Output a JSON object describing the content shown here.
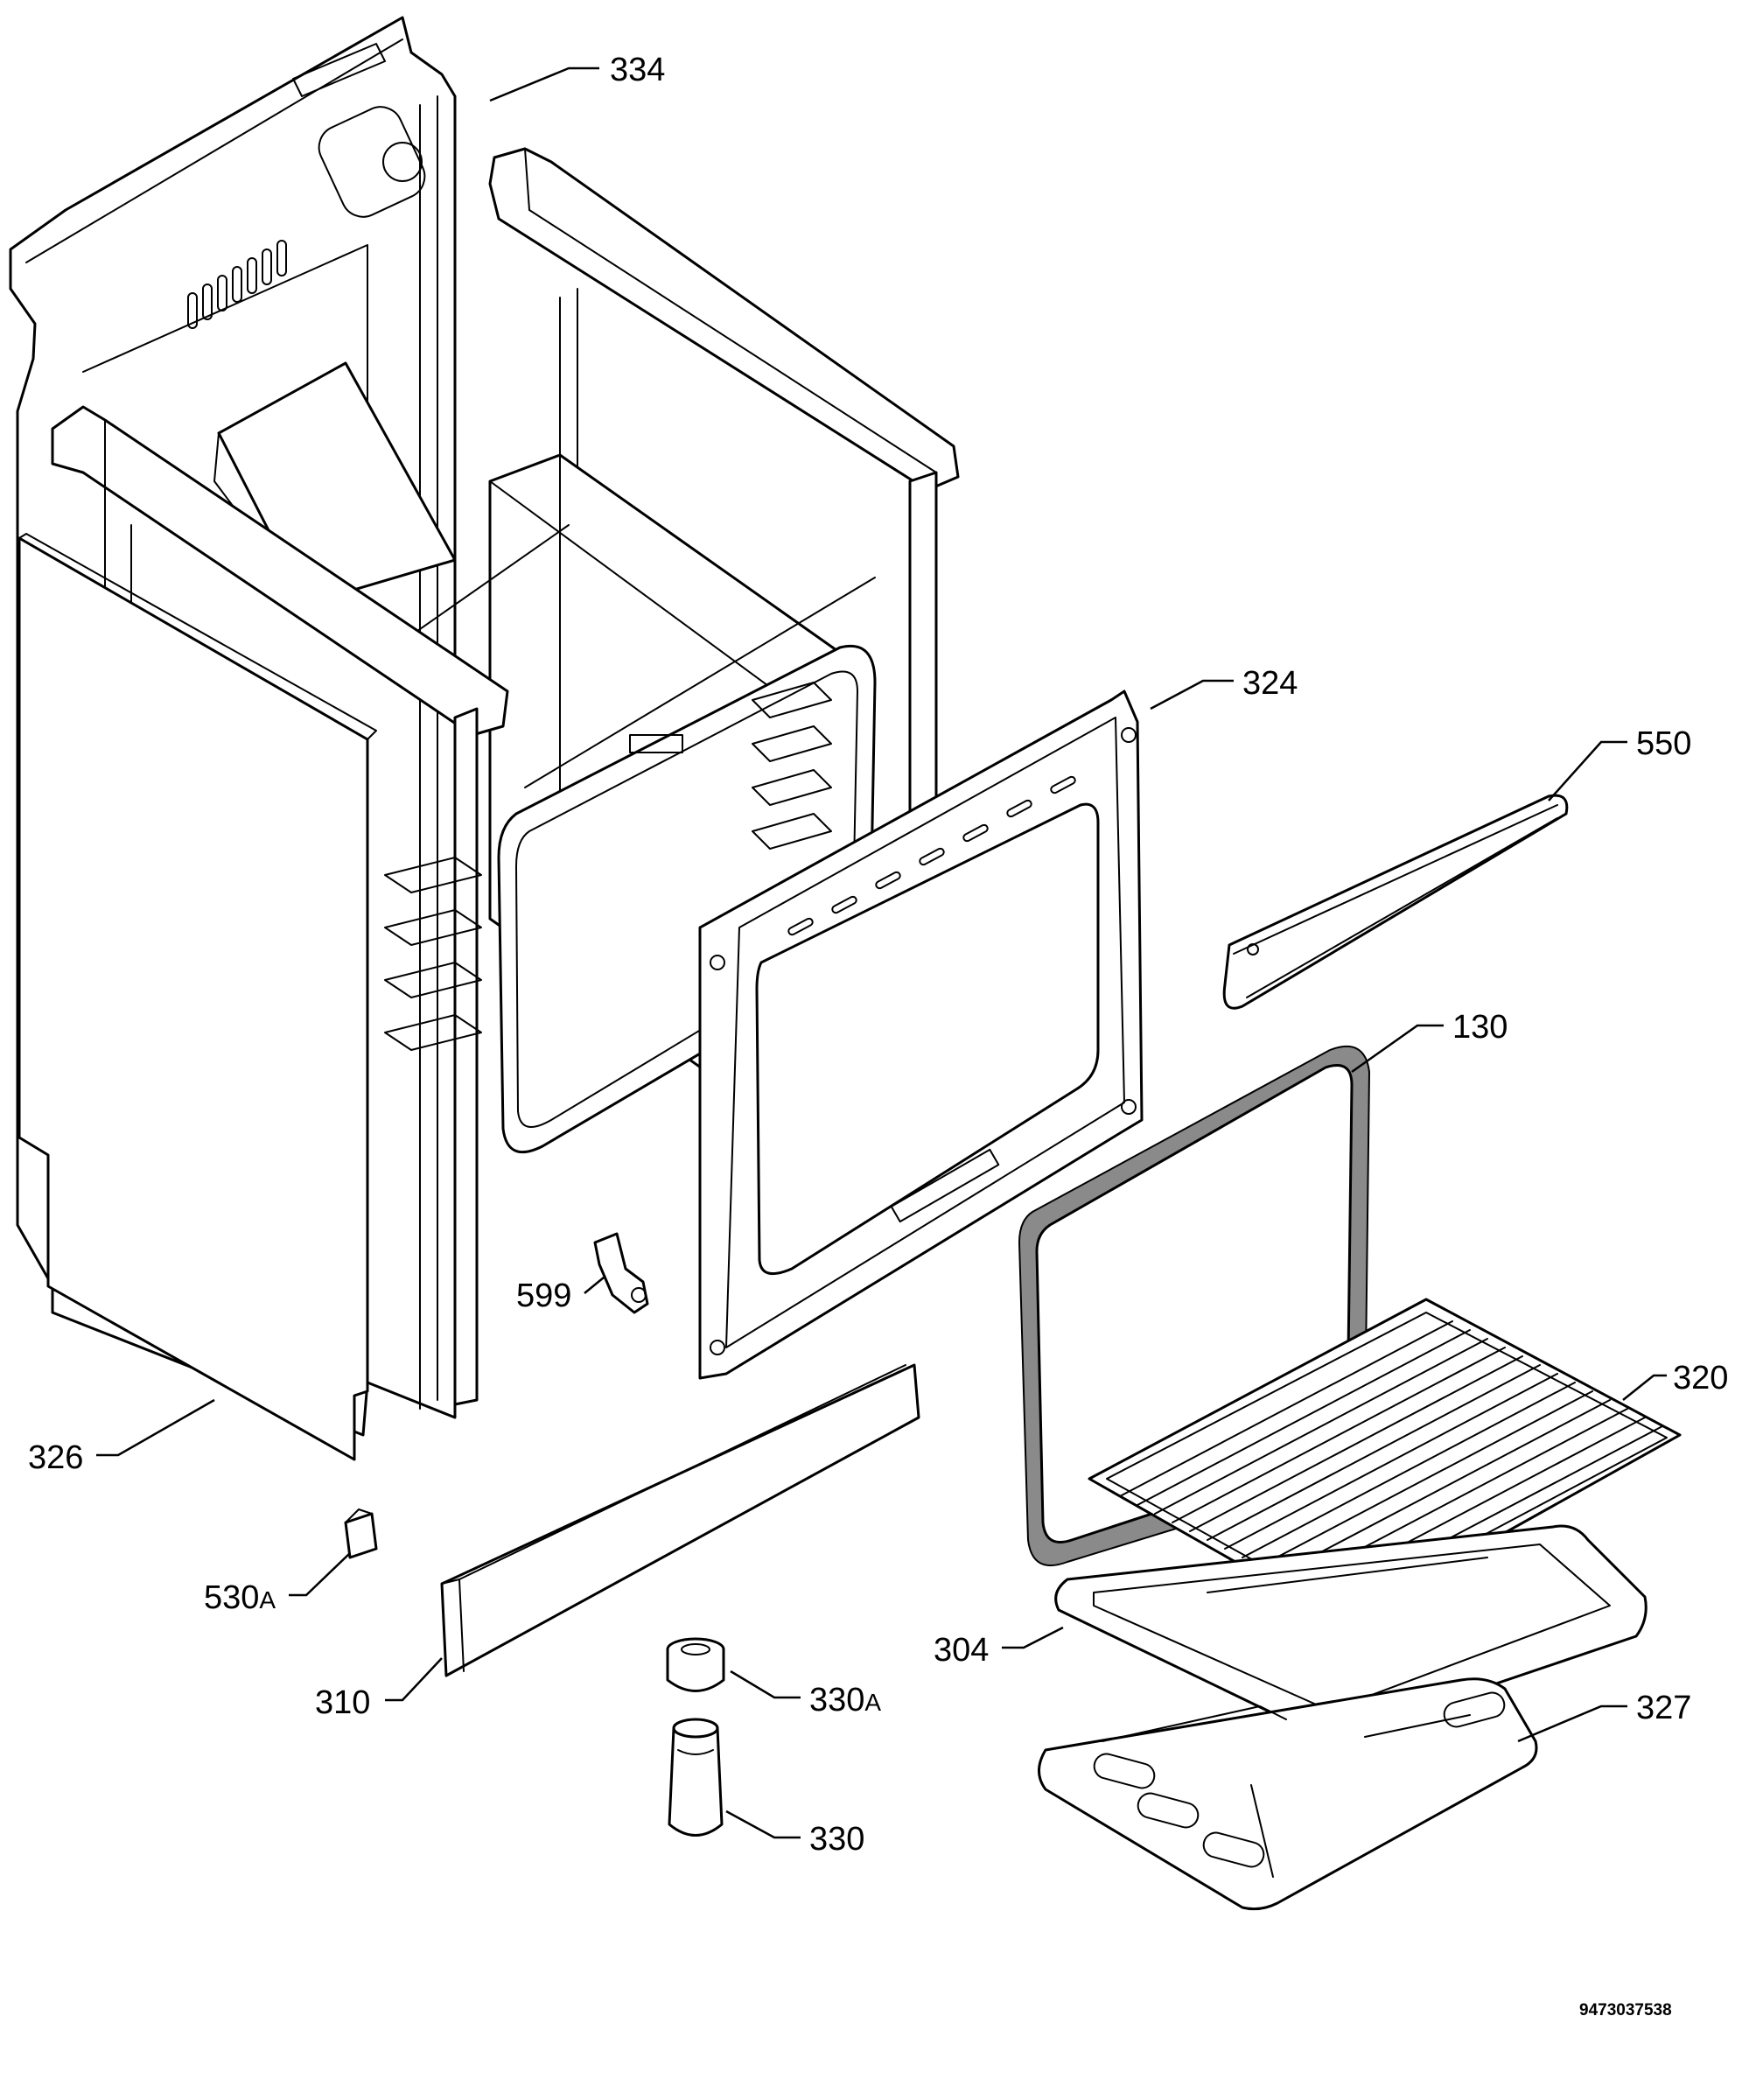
{
  "callouts": {
    "c334": "334",
    "c324": "324",
    "c550": "550",
    "c130": "130",
    "c599": "599",
    "c320": "320",
    "c326": "326",
    "c530": "530",
    "c530_suffix": "A",
    "c304": "304",
    "c310": "310",
    "c330a": "330",
    "c330a_suffix": "A",
    "c327": "327",
    "c330": "330"
  },
  "document_id": "9473037538"
}
